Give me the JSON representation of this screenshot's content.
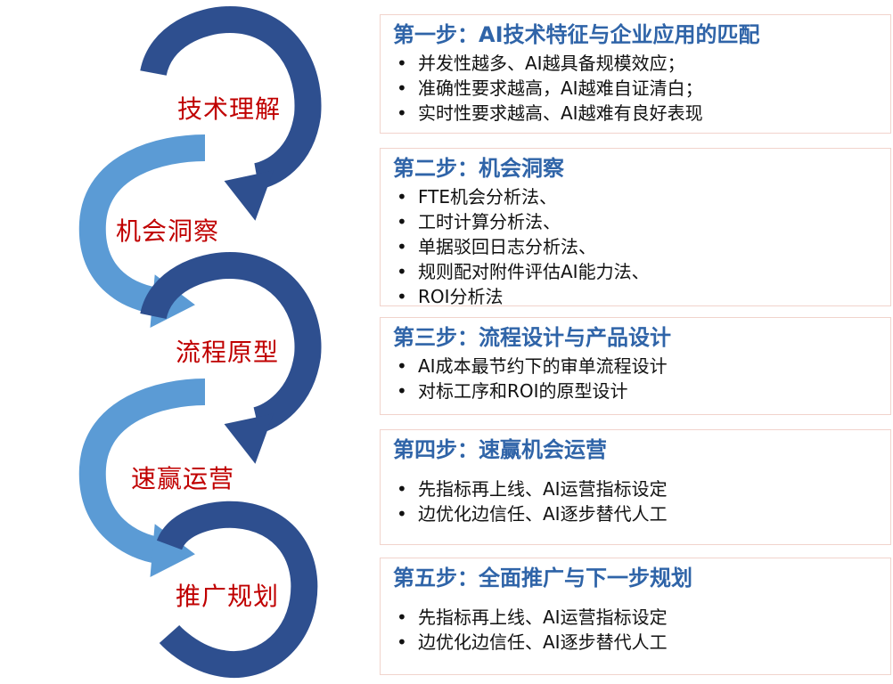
{
  "colors": {
    "dark_arrow": "#2e4f8f",
    "light_arrow": "#5b9bd5",
    "stage_text": "#c00000",
    "title_text": "#2f64a8",
    "box_border": "#f1d3cc"
  },
  "stages": [
    {
      "label": "技术理解"
    },
    {
      "label": "机会洞察"
    },
    {
      "label": "流程原型"
    },
    {
      "label": "速赢运营"
    },
    {
      "label": "推广规划"
    }
  ],
  "steps": [
    {
      "title": "第一步：AI技术特征与企业应用的匹配",
      "items": [
        "并发性越多、AI越具备规模效应；",
        "准确性要求越高，AI越难自证清白；",
        "实时性要求越高、AI越难有良好表现"
      ]
    },
    {
      "title": "第二步：机会洞察",
      "items": [
        "FTE机会分析法、",
        "工时计算分析法、",
        "单据驳回日志分析法、",
        "规则配对附件评估AI能力法、",
        "ROI分析法"
      ]
    },
    {
      "title": "第三步：流程设计与产品设计",
      "items": [
        "AI成本最节约下的审单流程设计",
        "对标工序和ROI的原型设计"
      ]
    },
    {
      "title": "第四步：速赢机会运营",
      "items": [
        "先指标再上线、AI运营指标设定",
        "边优化边信任、AI逐步替代人工"
      ]
    },
    {
      "title": "第五步：全面推广与下一步规划",
      "items": [
        "先指标再上线、AI运营指标设定",
        "边优化边信任、AI逐步替代人工"
      ]
    }
  ]
}
